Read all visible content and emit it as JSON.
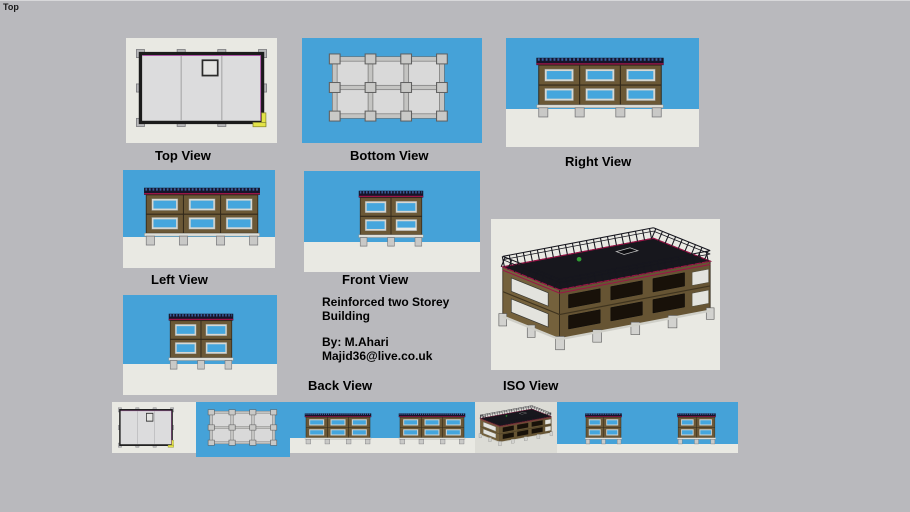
{
  "viewport": {
    "corner_label": "Top"
  },
  "title_block": {
    "title": "Reinforced two Storey Building",
    "byline": "By: M.Ahari",
    "email": "Majid36@live.co.uk"
  },
  "views": {
    "top": {
      "label": "Top View"
    },
    "bottom": {
      "label": "Bottom View"
    },
    "right": {
      "label": "Right View"
    },
    "left": {
      "label": "Left View"
    },
    "front": {
      "label": "Front View"
    },
    "back": {
      "label": "Back View"
    },
    "iso": {
      "label": "ISO View"
    }
  },
  "colors": {
    "bg": "#b9b9bd",
    "panel": "#e9e9e3",
    "sky": "#45a2d8",
    "wall": "#6b5836",
    "window": "#45a6dd",
    "railing": "#15152a",
    "railred": "#9b1448",
    "footing": "#c9c9c7",
    "plan": "#dcdcdd",
    "yellow": "#e3e348",
    "ink": "#000000"
  }
}
